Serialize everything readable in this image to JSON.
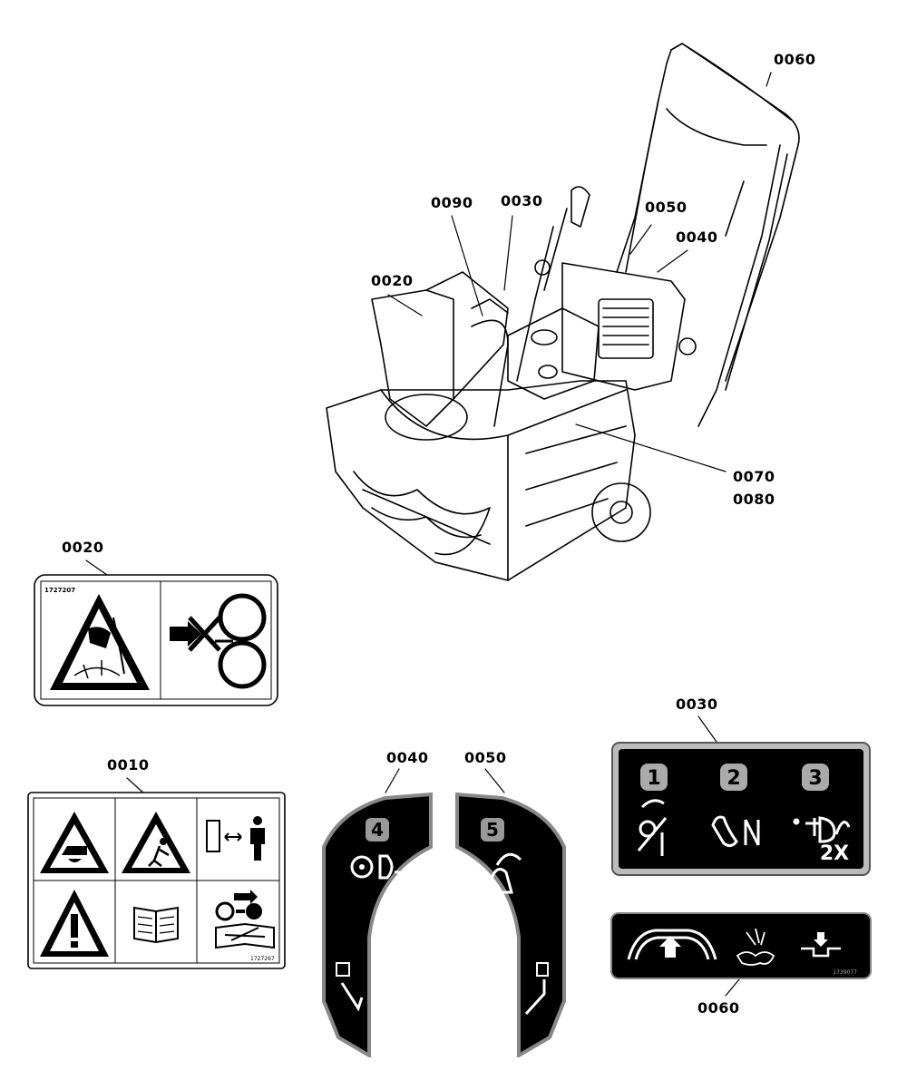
{
  "callouts": {
    "c0060_top": "0060",
    "c0090": "0090",
    "c0030_top": "0030",
    "c0050_top": "0050",
    "c0040_top": "0040",
    "c0020_top": "0020",
    "c0070": "0070",
    "c0080": "0080",
    "c0020_decal": "0020",
    "c0010": "0010",
    "c0040_decal": "0040",
    "c0050_decal": "0050",
    "c0030_decal": "0030",
    "c0060_decal": "0060"
  },
  "decals": {
    "d0020_code": "1727207",
    "d0010_code": "1727267",
    "d0040_number": "4",
    "d0050_number": "5",
    "d0030_steps": [
      "1",
      "2",
      "3"
    ],
    "d0030_repeat": "2X",
    "d0060_code": "1739077"
  }
}
